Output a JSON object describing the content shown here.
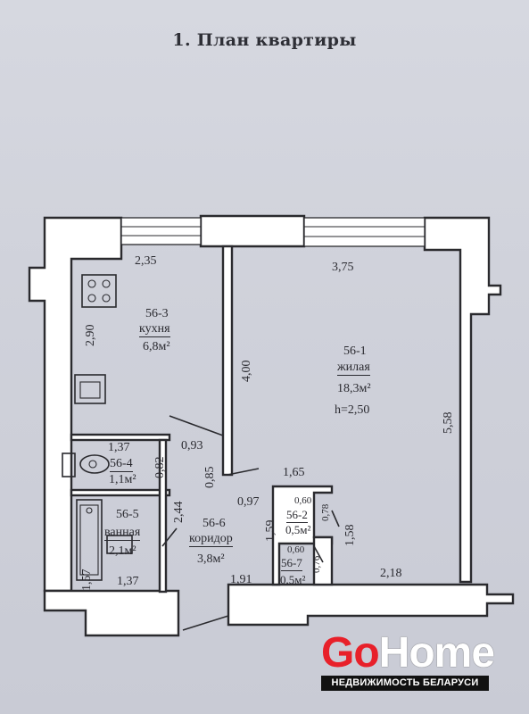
{
  "title": "1. План квартиры",
  "rooms": {
    "kitchen": {
      "code": "56-3",
      "name": "кухня",
      "area": "6,8м²"
    },
    "living": {
      "code": "56-1",
      "name": "жилая",
      "area": "18,3м²",
      "height": "h=2,50"
    },
    "toilet": {
      "code": "56-4",
      "area": "1,1м²"
    },
    "bathroom": {
      "code": "56-5",
      "name": "ванная",
      "area": "2,1м²"
    },
    "corridor": {
      "code": "56-6",
      "name": "коридор",
      "area": "3,8м²"
    },
    "closet_2": {
      "code": "56-2",
      "area": "0,5м²"
    },
    "closet_7": {
      "code": "56-7",
      "area": "0,5м²"
    }
  },
  "dimensions": {
    "kitchen_width": "2,35",
    "living_width": "3,75",
    "kitchen_depth": "2,90",
    "partition": "4,00",
    "living_depth": "5,58",
    "toilet_width": "1,37",
    "toilet_depth": "0,82",
    "door_a": "0,93",
    "door_b": "0,85",
    "door_c": "0,97",
    "bath_length": "2,44",
    "closet_top": "1,65",
    "closet_2_w": "0,60",
    "closet_2_d": "0,78",
    "closet_7_w": "0,60",
    "closet_7_d": "0,76",
    "corridor_depth": "1,59",
    "closets_depth": "1,58",
    "bath_width": "1,37",
    "bath_depth": "1,57",
    "corridor_width": "1,91",
    "living_bottom": "2,18"
  },
  "logo": {
    "go": "Go",
    "home": "Home",
    "tagline": "НЕДВИЖИМОСТЬ БЕЛАРУСИ"
  },
  "colors": {
    "logo_red": "#e8202a",
    "logo_bar": "#111111"
  }
}
